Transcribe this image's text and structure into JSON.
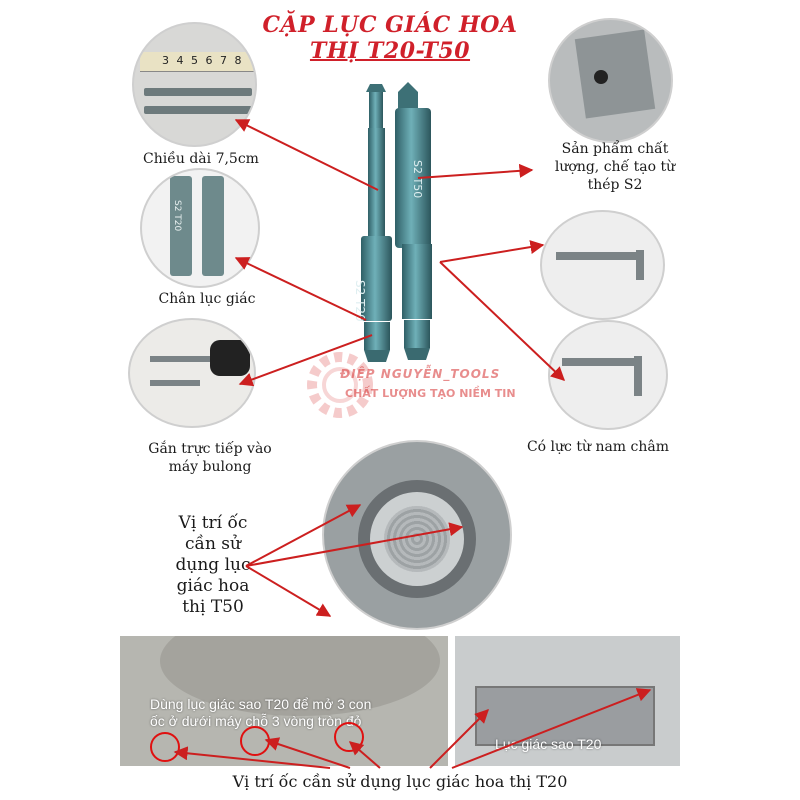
{
  "title": {
    "line1": "CẶP LỤC GIÁC HOA",
    "line2": "THỊ T20-T50"
  },
  "captions": {
    "length": "Chiều dài 7,5cm",
    "material": "Sản phẩm chất\nlượng, chế tạo từ\nthép S2",
    "hex_shank": "Chân lục giác",
    "direct_attach": "Gắn trực tiếp vào\nmáy bulong",
    "magnet": "Có lực từ nam châm"
  },
  "ruler_numbers": "3 4 5 6 7 8",
  "bit_labels": {
    "left": "S2  T20",
    "right": "S2  T50",
    "left_mini": "S2 T20"
  },
  "watermark": {
    "brand": "ĐIỆP NGUYỄN_TOOLS",
    "slogan": "CHẤT LƯỢNG TẠO NIỀM TIN"
  },
  "t50_location": "Vị trí ốc\ncần sử\ndụng lục\ngiác hoa\nthị T50",
  "left_photo_text": "Dùng lục giác sao T20 để mở 3 con\nốc ở dưới máy chỗ 3 vòng tròn đỏ",
  "right_photo_text": "Lục giác sao T20",
  "bottom_caption": "Vị trí ốc cần sử dụng lục giác hoa thị T20",
  "colors": {
    "title": "#d0202a",
    "arrow": "#cc1f1f",
    "bit_steel": "#4f8d95"
  }
}
